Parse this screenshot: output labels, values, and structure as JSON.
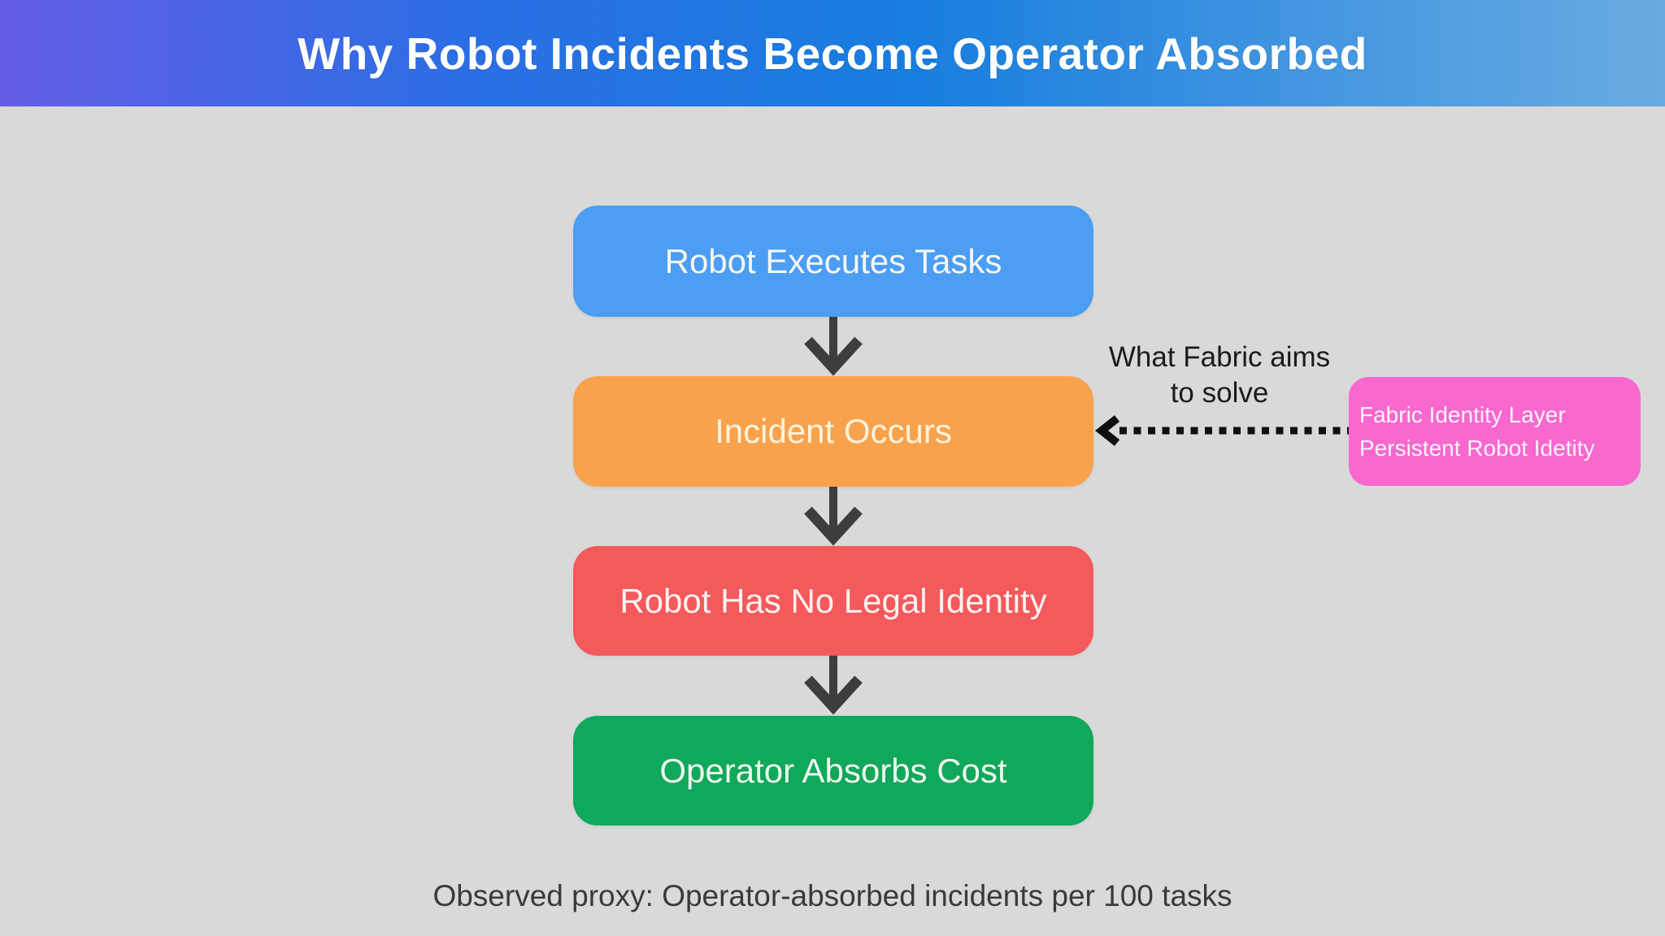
{
  "header": {
    "title": "Why Robot Incidents Become Operator Absorbed",
    "gradient_colors": [
      "#655ee5",
      "#187edf",
      "#69abe0"
    ]
  },
  "flow": {
    "steps": [
      {
        "label": "Robot Executes Tasks",
        "color": "#4c9ef5"
      },
      {
        "label": "Incident Occurs",
        "color": "#f9a24d"
      },
      {
        "label": "Robot Has No Legal Identity",
        "color": "#f4595c"
      },
      {
        "label": "Operator Absorbs Cost",
        "color": "#10a85b"
      }
    ],
    "arrow_color": "#3d3d3d"
  },
  "annotation": {
    "line1": "What Fabric aims",
    "line2": "to solve",
    "points_to": "Incident Occurs",
    "arrow_color": "#0f0f0f"
  },
  "side_note": {
    "line1": "Fabric Identity Layer",
    "line2": "Persistent Robot Idetity",
    "color": "#f868cf"
  },
  "caption": "Observed proxy: Operator-absorbed incidents per 100 tasks",
  "background_color": "#d9d9d9"
}
